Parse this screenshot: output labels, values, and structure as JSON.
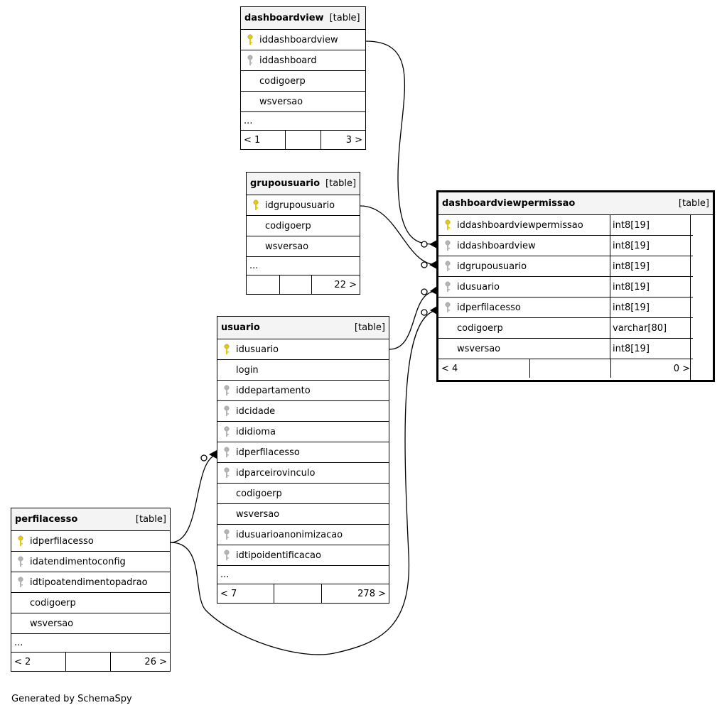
{
  "tables": {
    "dashboardview": {
      "name": "dashboardview",
      "tag": "[table]",
      "columns": [
        {
          "name": "iddashboardview",
          "key": "pk"
        },
        {
          "name": "iddashboard",
          "key": "fk"
        },
        {
          "name": "codigoerp",
          "key": ""
        },
        {
          "name": "wsversao",
          "key": ""
        }
      ],
      "ellipsis": "...",
      "footer": [
        "< 1",
        "",
        "3 >"
      ]
    },
    "grupousuario": {
      "name": "grupousuario",
      "tag": "[table]",
      "columns": [
        {
          "name": "idgrupousuario",
          "key": "pk"
        },
        {
          "name": "codigoerp",
          "key": ""
        },
        {
          "name": "wsversao",
          "key": ""
        }
      ],
      "ellipsis": "...",
      "footer": [
        "",
        "",
        "22 >"
      ]
    },
    "dashboardviewpermissao": {
      "name": "dashboardviewpermissao",
      "tag": "[table]",
      "columns": [
        {
          "name": "iddashboardviewpermissao",
          "key": "pk",
          "type": "int8[19]"
        },
        {
          "name": "iddashboardview",
          "key": "fk",
          "type": "int8[19]"
        },
        {
          "name": "idgrupousuario",
          "key": "fk",
          "type": "int8[19]"
        },
        {
          "name": "idusuario",
          "key": "fk",
          "type": "int8[19]"
        },
        {
          "name": "idperfilacesso",
          "key": "fk",
          "type": "int8[19]"
        },
        {
          "name": "codigoerp",
          "key": "",
          "type": "varchar[80]"
        },
        {
          "name": "wsversao",
          "key": "",
          "type": "int8[19]"
        }
      ],
      "footer": [
        "< 4",
        "",
        "0 >"
      ]
    },
    "usuario": {
      "name": "usuario",
      "tag": "[table]",
      "columns": [
        {
          "name": "idusuario",
          "key": "pk"
        },
        {
          "name": "login",
          "key": ""
        },
        {
          "name": "iddepartamento",
          "key": "fk"
        },
        {
          "name": "idcidade",
          "key": "fk"
        },
        {
          "name": "ididioma",
          "key": "fk"
        },
        {
          "name": "idperfilacesso",
          "key": "fk"
        },
        {
          "name": "idparceirovinculo",
          "key": "fk"
        },
        {
          "name": "codigoerp",
          "key": ""
        },
        {
          "name": "wsversao",
          "key": ""
        },
        {
          "name": "idusuarioanonimizacao",
          "key": "fk"
        },
        {
          "name": "idtipoidentificacao",
          "key": "fk"
        }
      ],
      "ellipsis": "...",
      "footer": [
        "< 7",
        "",
        "278 >"
      ]
    },
    "perfilacesso": {
      "name": "perfilacesso",
      "tag": "[table]",
      "columns": [
        {
          "name": "idperfilacesso",
          "key": "pk"
        },
        {
          "name": "idatendimentoconfig",
          "key": "fk"
        },
        {
          "name": "idtipoatendimentopadrao",
          "key": "fk"
        },
        {
          "name": "codigoerp",
          "key": ""
        },
        {
          "name": "wsversao",
          "key": ""
        }
      ],
      "ellipsis": "...",
      "footer": [
        "< 2",
        "",
        "26 >"
      ]
    }
  },
  "colors": {
    "pk_key": "#e8c800",
    "fk_key": "#b4b4b4",
    "header_bg": "#f4f4f4"
  },
  "footer_note": "Generated by SchemaSpy"
}
